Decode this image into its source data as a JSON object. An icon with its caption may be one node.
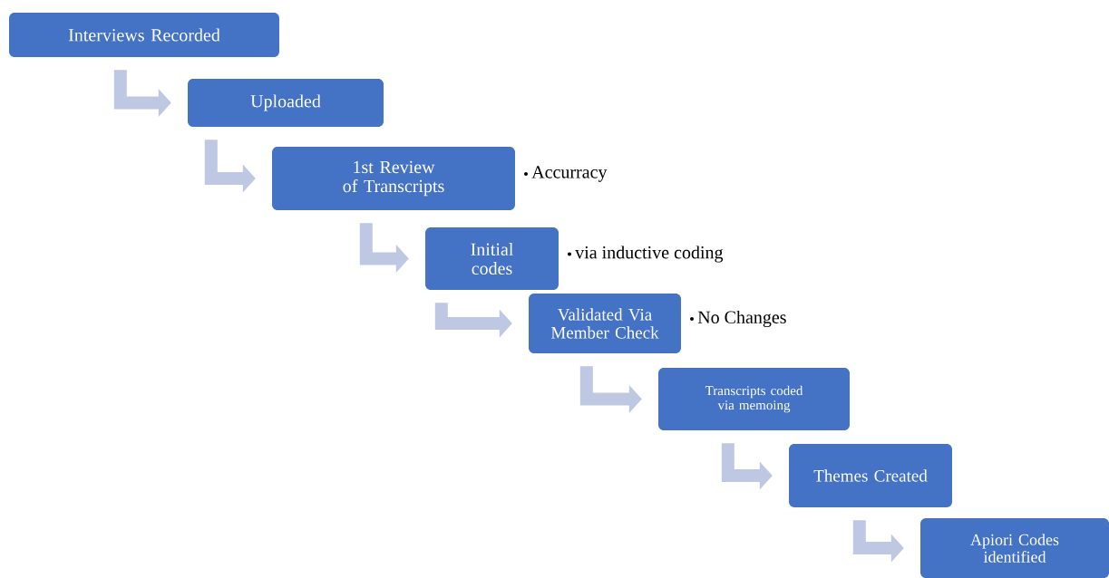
{
  "diagram": {
    "nodes": [
      {
        "text": [
          "Interviews Recorded"
        ]
      },
      {
        "text": [
          "Uploaded"
        ]
      },
      {
        "text": [
          "1st Review of Transcripts"
        ],
        "beside": [
          "Accurracy"
        ]
      },
      {
        "text": [
          "Initial codes"
        ],
        "beside": [
          "via inductive coding"
        ]
      },
      {
        "text": [
          "Validated Via Member Check"
        ],
        "beside": [
          "No Changes"
        ]
      },
      {
        "text": [
          "Transcripts coded via memoing"
        ]
      },
      {
        "text": [
          "Themes Created"
        ]
      },
      {
        "text": [
          "Apiori Codes identified"
        ]
      }
    ],
    "edges": [
      {
        "from": 0,
        "to": 1,
        "arrow": "to"
      },
      {
        "from": 1,
        "to": 2,
        "arrow": "to"
      },
      {
        "from": 2,
        "to": 3,
        "arrow": "to"
      },
      {
        "from": 3,
        "to": 4,
        "arrow": "to"
      },
      {
        "from": 4,
        "to": 5,
        "arrow": "to"
      },
      {
        "from": 5,
        "to": 6,
        "arrow": "to"
      },
      {
        "from": 6,
        "to": 7,
        "arrow": "to"
      }
    ]
  }
}
